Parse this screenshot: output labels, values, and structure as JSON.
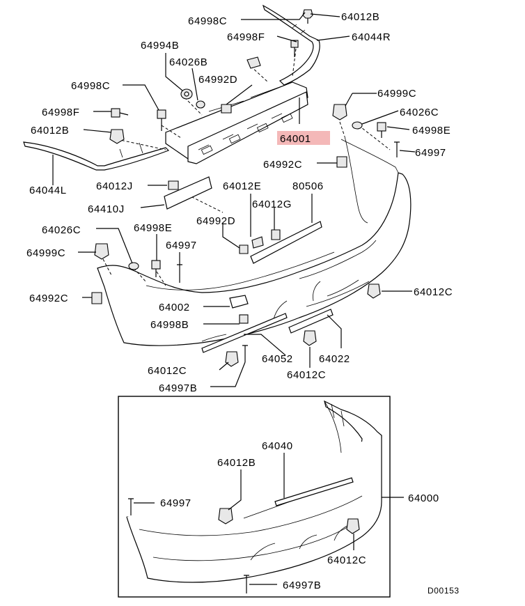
{
  "highlight_color": "#f4b8b8",
  "diagram_code": "D00153",
  "labels": {
    "p64998c_top": "64998C",
    "p64012b_top": "64012B",
    "p64998f_top": "64998F",
    "p64044r": "64044R",
    "p64994b": "64994B",
    "p64026b": "64026B",
    "p64992d_top": "64992D",
    "p64998c_left": "64998C",
    "p64998f_left": "64998F",
    "p64012b_left": "64012B",
    "p64044l": "64044L",
    "p64001": "64001",
    "p64999c_right": "64999C",
    "p64026c_right": "64026C",
    "p64998e_right": "64998E",
    "p64997_right": "64997",
    "p64992c_right": "64992C",
    "p64012j": "64012J",
    "p64410j": "64410J",
    "p64012e": "64012E",
    "p80506": "80506",
    "p64012g": "64012G",
    "p64992d_mid": "64992D",
    "p64026c_left": "64026C",
    "p64998e_left": "64998E",
    "p64997_left": "64997",
    "p64999c_left": "64999C",
    "p64992c_left": "64992C",
    "p64012c_right": "64012C",
    "p64002": "64002",
    "p64998b": "64998B",
    "p64012c_bottom_left": "64012C",
    "p64052": "64052",
    "p64022": "64022",
    "p64012c_bottom": "64012C",
    "p64997b": "64997B",
    "inset_64040": "64040",
    "inset_64012b": "64012B",
    "inset_64997": "64997",
    "inset_64000": "64000",
    "inset_64012c": "64012C",
    "inset_64997b": "64997B"
  }
}
